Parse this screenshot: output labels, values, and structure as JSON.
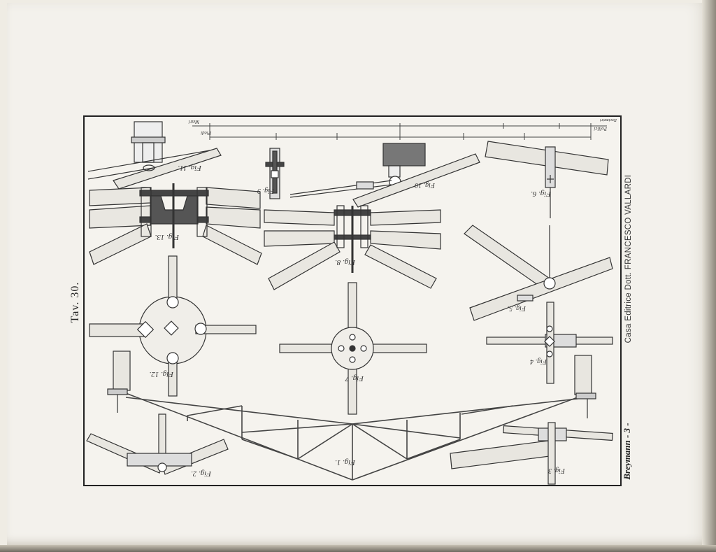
{
  "plate": {
    "label": "Tav. 30.",
    "publisher": "Casa Editrice Dott. FRANCESCO VALLARDI",
    "author": "Breymann - 3 -",
    "scale_labels": [
      "Metri",
      "Pollici",
      "Decimetri",
      "Piedi"
    ]
  },
  "figures": [
    {
      "id": "fig1",
      "label": "Fig. 1."
    },
    {
      "id": "fig2",
      "label": "Fig. 2."
    },
    {
      "id": "fig3",
      "label": "Fig. 3"
    },
    {
      "id": "fig4",
      "label": "Fig. 4"
    },
    {
      "id": "fig5",
      "label": "Fig. 5."
    },
    {
      "id": "fig6",
      "label": "Fig. 6."
    },
    {
      "id": "fig7",
      "label": "Fig. 7"
    },
    {
      "id": "fig8",
      "label": "Fig. 8."
    },
    {
      "id": "fig9",
      "label": "Fig. 9"
    },
    {
      "id": "fig10",
      "label": "Fig. 10"
    },
    {
      "id": "fig11",
      "label": "Fig. 11."
    },
    {
      "id": "fig12",
      "label": "Fig. 12."
    },
    {
      "id": "fig13",
      "label": "Fig. 13."
    }
  ]
}
